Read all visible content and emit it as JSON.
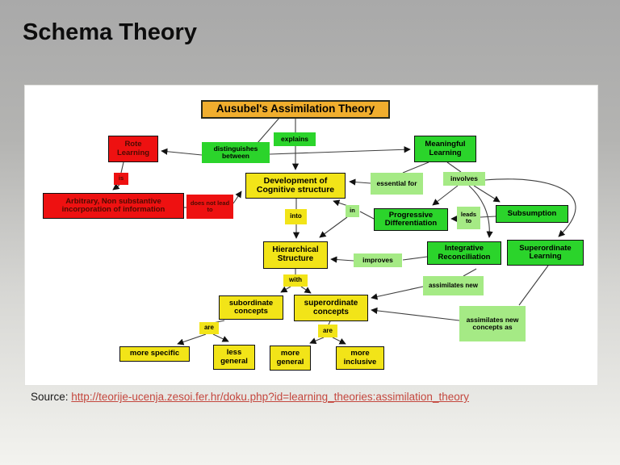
{
  "slide": {
    "title": "Schema Theory",
    "source_label": "Source:",
    "source_url": "http://teorije-ucenja.zesoi.fer.hr/doku.php?id=learning_theories:assimilation_theory"
  },
  "diagram": {
    "type": "concept-map",
    "colors": {
      "gold_box": "#F0AE2E",
      "green_box": "#2BD42B",
      "light_green_box": "#A5EA85",
      "yellow_box": "#F2E418",
      "red_box": "#EE1111",
      "red_box_text": "#4D0B02",
      "link_red": "#C4473E",
      "panel": "#FFFFFF"
    },
    "nodes": {
      "ausubel": {
        "label": "Ausubel's Assimilation Theory"
      },
      "rote": {
        "label": "Rote Learning"
      },
      "distinguishes": {
        "label": "distinguishes between"
      },
      "explains": {
        "label": "explains"
      },
      "meaningful": {
        "label": "Meaningful Learning"
      },
      "is": {
        "label": "is"
      },
      "arbitrary": {
        "label": "Arbitrary, Non substantive incorporation of information"
      },
      "does_not": {
        "label": "does not lead to"
      },
      "development": {
        "label": "Development of Cognitive structure"
      },
      "essential": {
        "label": "essential for"
      },
      "involves": {
        "label": "involves"
      },
      "into": {
        "label": "into"
      },
      "in": {
        "label": "in"
      },
      "progressive": {
        "label": "Progressive Differentiation"
      },
      "leads_to": {
        "label": "leads to"
      },
      "subsumption": {
        "label": "Subsumption"
      },
      "hierarchical": {
        "label": "Hierarchical Structure"
      },
      "improves": {
        "label": "improves"
      },
      "integrative": {
        "label": "Integrative Reconciliation"
      },
      "superordinate_learning": {
        "label": "Superordinate Learning"
      },
      "with": {
        "label": "with"
      },
      "assimilates_new": {
        "label": "assimilates new"
      },
      "subordinate_concepts": {
        "label": "subordinate concepts"
      },
      "superordinate_concepts": {
        "label": "superordinate concepts"
      },
      "are_left": {
        "label": "are"
      },
      "are_right": {
        "label": "are"
      },
      "more_specific": {
        "label": "more specific"
      },
      "less_general": {
        "label": "less general"
      },
      "more_general": {
        "label": "more general"
      },
      "more_inclusive": {
        "label": "more inclusive"
      },
      "assimilates_new_concepts": {
        "label": "assimilates new concepts as"
      }
    }
  }
}
